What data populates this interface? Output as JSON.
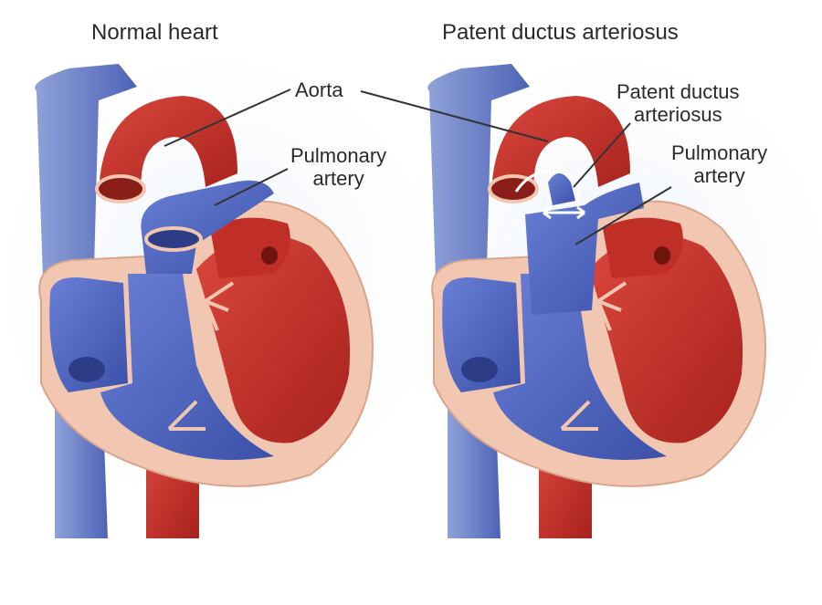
{
  "panels": [
    {
      "title": "Normal heart",
      "labels": {
        "aorta": "Aorta",
        "pulmonary_artery": [
          "Pulmonary",
          "artery"
        ]
      }
    },
    {
      "title": "Patent ductus arteriosus",
      "labels": {
        "pda": [
          "Patent ductus",
          "arteriosus"
        ],
        "pulmonary_artery": [
          "Pulmonary",
          "artery"
        ]
      }
    }
  ],
  "colors": {
    "oxygenated": "#c8342c",
    "deoxygenated": "#4f68c2",
    "tissue": "#f2c7b2",
    "leader": "#333333",
    "text": "#2a2a2a"
  }
}
